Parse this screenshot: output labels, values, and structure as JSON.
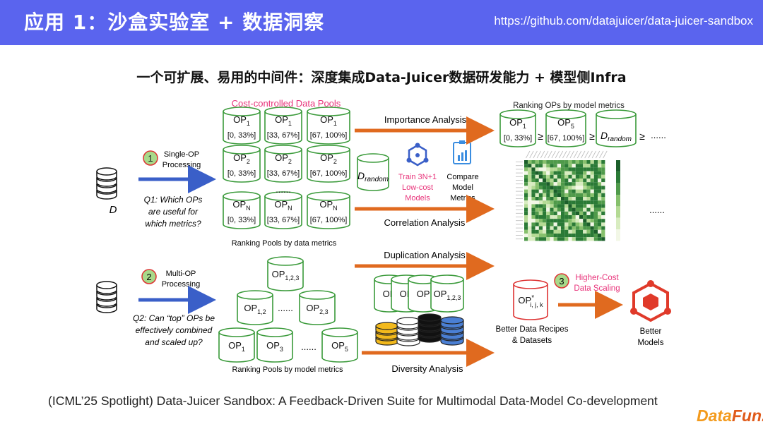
{
  "header": {
    "title": "应用 1：沙盒实验室 + 数据洞察",
    "url": "https://github.com/datajuicer/data-juicer-sandbox"
  },
  "subtitle": "一个可扩展、易用的中间件：深度集成Data-Juicer数据研发能力  +  模型侧Infra",
  "caption": "(ICML’25 Spotlight) Data-Juicer Sandbox: A Feedback-Driven Suite for Multimodal Data-Model Co-development",
  "logo": {
    "part1": "Data",
    "part2": "Fun."
  },
  "diagram": {
    "cost_pools_title": "Cost-controlled Data Pools",
    "ranking_ops_title": "Ranking OPs by model metrics",
    "dataset_label": "D",
    "step1": {
      "number": "1",
      "label_line1": "Single-OP",
      "label_line2": "Processing"
    },
    "q1": [
      "Q1: Which OPs",
      "are useful for",
      "which metrics?"
    ],
    "step2": {
      "number": "2",
      "label_line1": "Multi-OP",
      "label_line2": "Processing"
    },
    "q2": [
      "Q2: Can “top” OPs be",
      "effectively combined",
      "and scaled up?"
    ],
    "step3": {
      "number": "3",
      "label_line1": "Higher-Cost",
      "label_line2": "Data Scaling"
    },
    "pool_grid": [
      [
        {
          "op": "OP",
          "sub": "1",
          "range": "[0, 33%]"
        },
        {
          "op": "OP",
          "sub": "1",
          "range": "[33, 67%]"
        },
        {
          "op": "OP",
          "sub": "1",
          "range": "[67, 100%]"
        }
      ],
      [
        {
          "op": "OP",
          "sub": "2",
          "range": "[0, 33%]"
        },
        {
          "op": "OP",
          "sub": "2",
          "range": "[33, 67%]"
        },
        {
          "op": "OP",
          "sub": "2",
          "range": "[67, 100%]"
        }
      ],
      [
        {
          "op": "OP",
          "sub": "N",
          "range": "[0, 33%]"
        },
        {
          "op": "OP",
          "sub": "N",
          "range": "[33, 67%]"
        },
        {
          "op": "OP",
          "sub": "N",
          "range": "[67, 100%]"
        }
      ]
    ],
    "ellipsis": "......",
    "ranking_pools_data": "Ranking Pools by data metrics",
    "ranking_pools_model": "Ranking Pools by model metrics",
    "d_random": "D",
    "d_random_sub": "random",
    "train_label": [
      "Train 3N+1",
      "Low-cost",
      "Models"
    ],
    "compare_label": [
      "Compare",
      "Model",
      "Metrics"
    ],
    "importance_analysis": "Importance Analysis",
    "correlation_analysis": "Correlation Analysis",
    "duplication_analysis": "Duplication Analysis",
    "diversity_analysis": "Diversity Analysis",
    "ranked": [
      {
        "op": "OP",
        "sub": "1",
        "range": "[0, 33%]"
      },
      {
        "op": "OP",
        "sub": "5",
        "range": "[67, 100%]"
      }
    ],
    "geq": "≥",
    "pyramid": [
      {
        "op": "OP",
        "sub": "1,2,3"
      },
      {
        "op": "OP",
        "sub": "1,2"
      },
      {
        "op": "OP",
        "sub": "2,3"
      },
      {
        "op": "OP",
        "sub": "1"
      },
      {
        "op": "OP",
        "sub": "3"
      },
      {
        "op": "OP",
        "sub": "5"
      }
    ],
    "stacked_ops": [
      "OP",
      "OP",
      "OP",
      "OP"
    ],
    "stacked_last_sub": "1,2,3",
    "best_op": {
      "op": "OP",
      "sup": "*",
      "sub": "i, j, k"
    },
    "better_recipes": [
      "Better Data Recipes",
      "& Datasets"
    ],
    "better_models": [
      "Better",
      "Models"
    ],
    "colors": {
      "green": "#3a9a3a",
      "pink": "#e8337a",
      "orange": "#e06a1f",
      "blue": "#3a5fc8",
      "step_circle": "#a8d98a",
      "step_border": "#d33"
    }
  }
}
